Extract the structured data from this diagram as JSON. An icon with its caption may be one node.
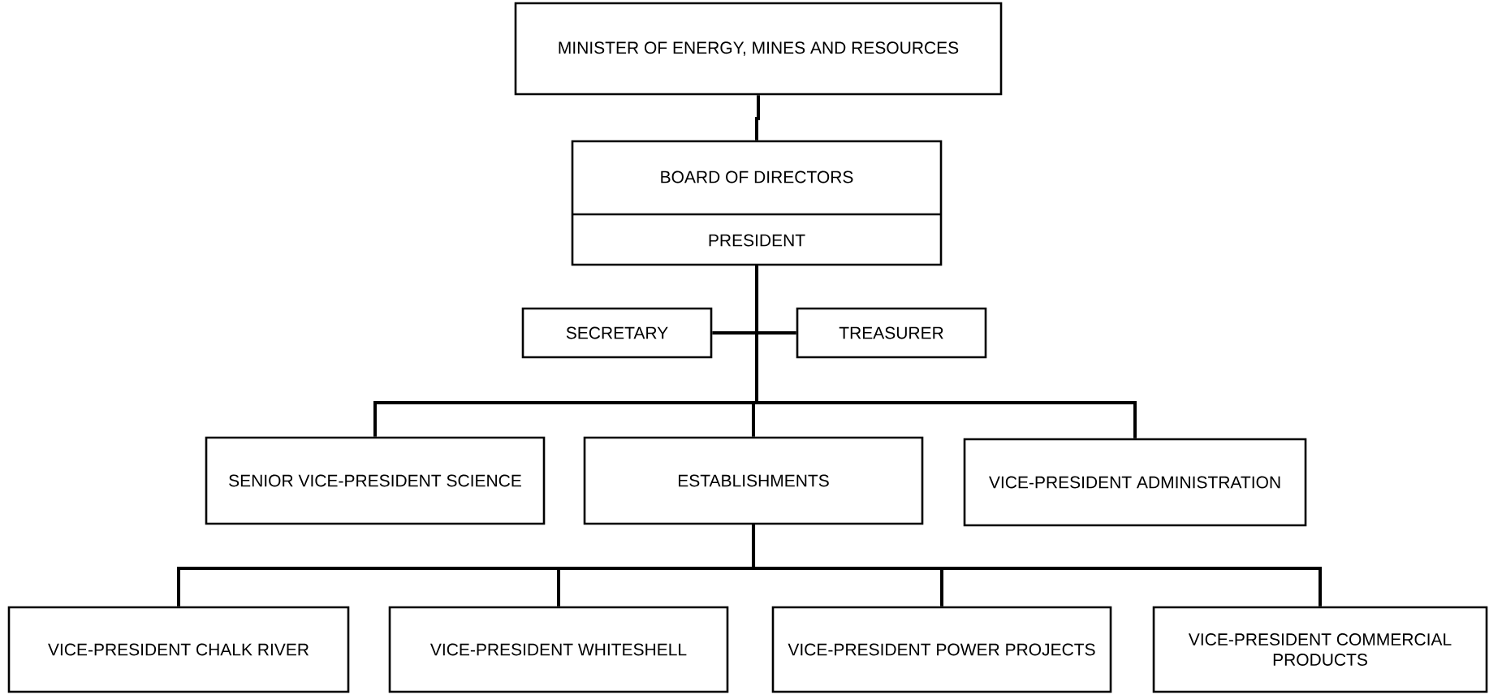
{
  "diagram": {
    "nodes": [
      {
        "text": [
          "MINISTER OF ENERGY, MINES AND RESOURCES"
        ]
      },
      {
        "text": [
          "BOARD OF DIRECTORS",
          "PRESIDENT"
        ]
      },
      {
        "text": [
          "SECRETARY"
        ]
      },
      {
        "text": [
          "TREASURER"
        ]
      },
      {
        "text": [
          "SENIOR VICE-PRESIDENT SCIENCE"
        ]
      },
      {
        "text": [
          "ESTABLISHMENTS"
        ]
      },
      {
        "text": [
          "VICE-PRESIDENT ADMINISTRATION"
        ]
      },
      {
        "text": [
          "VICE-PRESIDENT CHALK RIVER"
        ]
      },
      {
        "text": [
          "VICE-PRESIDENT WHITESHELL"
        ]
      },
      {
        "text": [
          "VICE-PRESIDENT POWER PROJECTS"
        ]
      },
      {
        "text": [
          "VICE-PRESIDENT COMMERCIAL PRODUCTS"
        ]
      }
    ],
    "edges": [
      {
        "from": 0,
        "to": 1,
        "arrow": "none"
      },
      {
        "from": 1,
        "to": 2,
        "arrow": "none"
      },
      {
        "from": 1,
        "to": 3,
        "arrow": "none"
      },
      {
        "from": 1,
        "to": 4,
        "arrow": "none"
      },
      {
        "from": 1,
        "to": 5,
        "arrow": "none"
      },
      {
        "from": 1,
        "to": 6,
        "arrow": "none"
      },
      {
        "from": 5,
        "to": 7,
        "arrow": "none"
      },
      {
        "from": 5,
        "to": 8,
        "arrow": "none"
      },
      {
        "from": 5,
        "to": 9,
        "arrow": "none"
      },
      {
        "from": 5,
        "to": 10,
        "arrow": "none"
      }
    ]
  }
}
